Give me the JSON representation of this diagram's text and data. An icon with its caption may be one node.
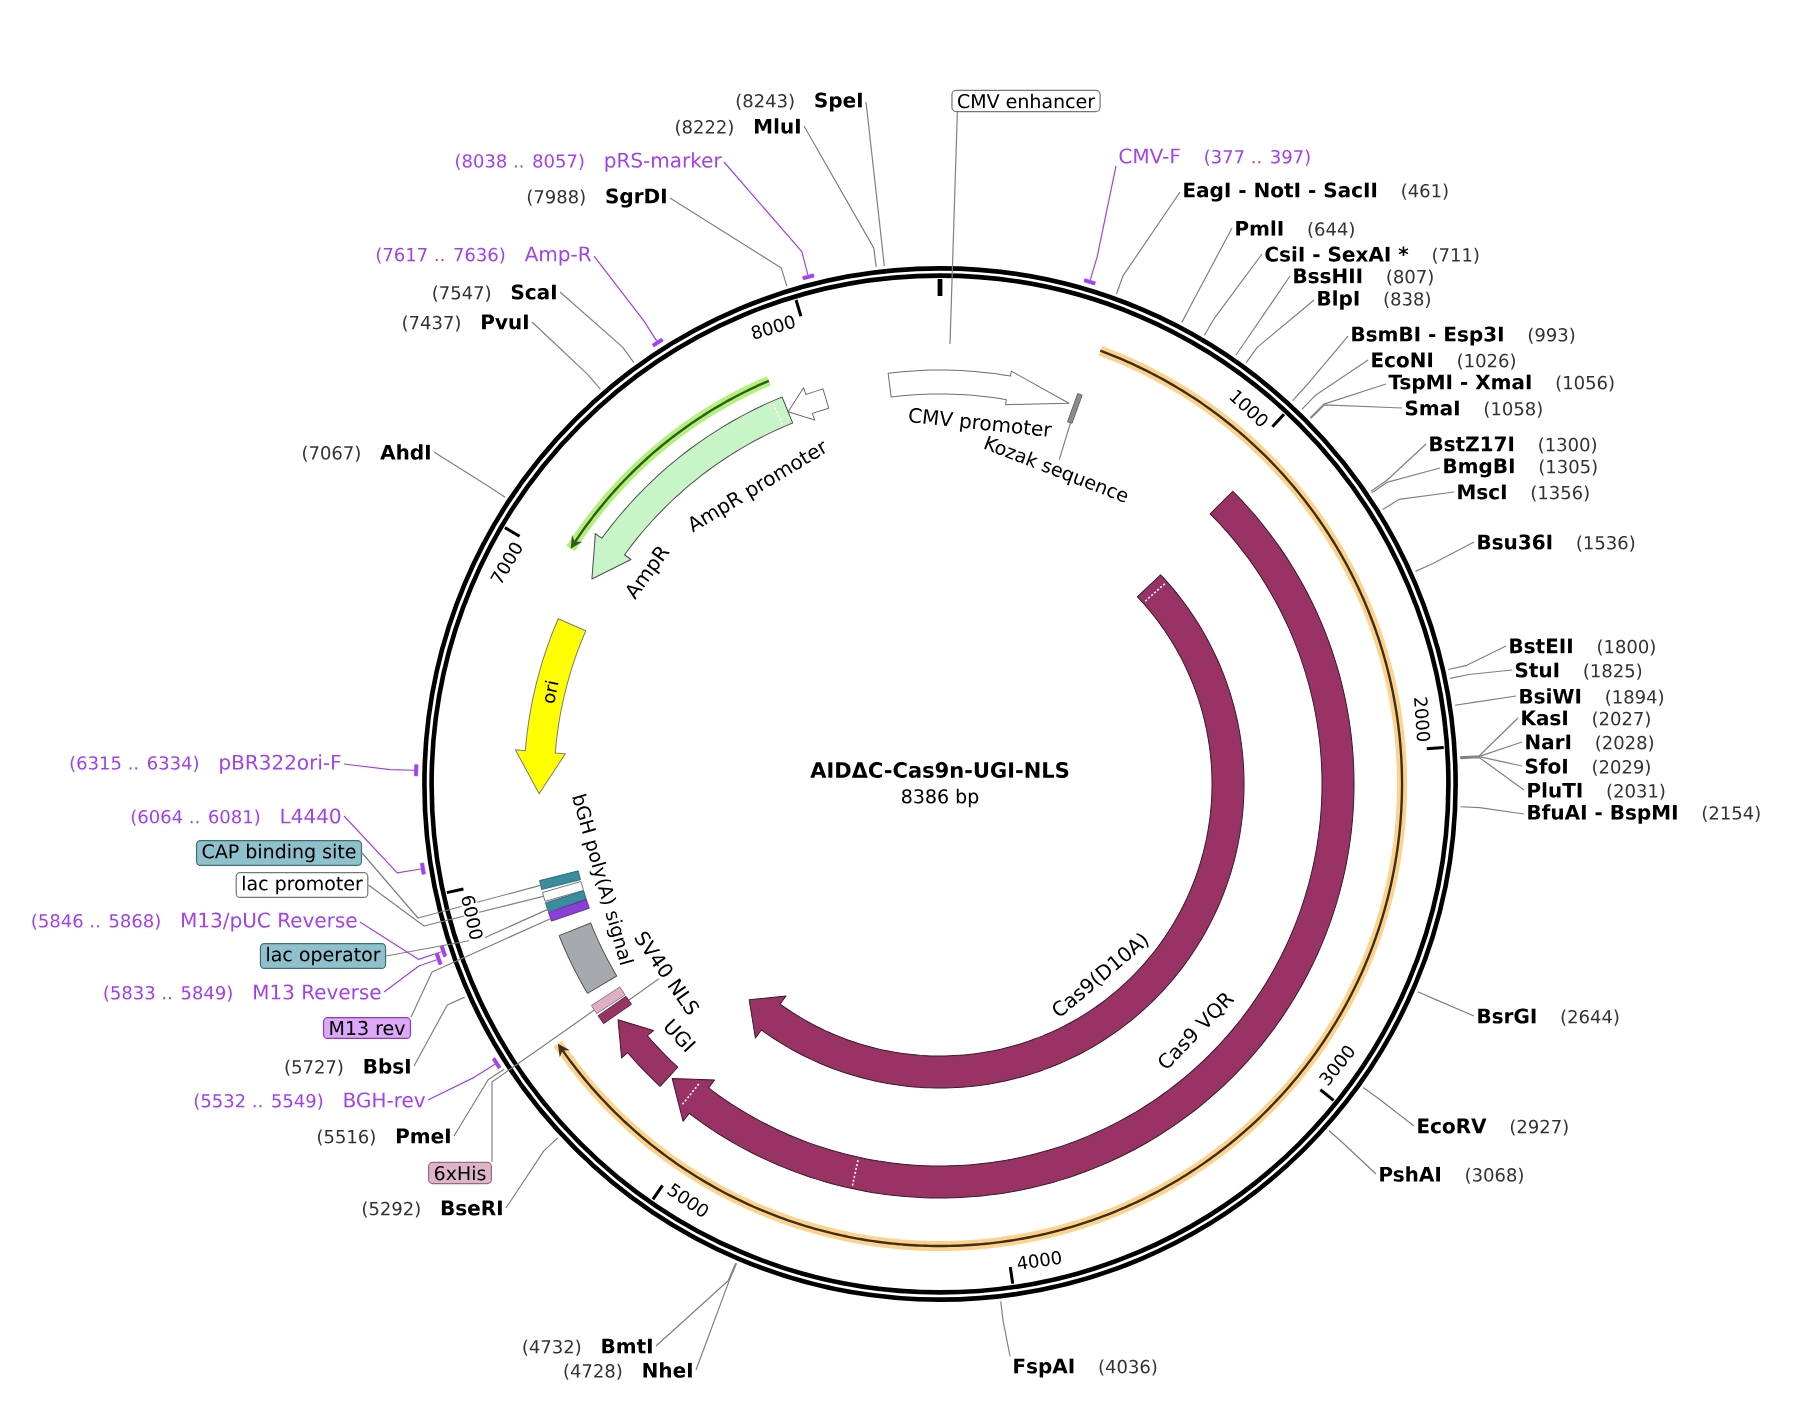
{
  "diagram": {
    "nodes": [
      {
        "text": [
          "AIDΔC-Cas9n-UGI-NLS",
          "8386 bp"
        ]
      },
      {
        "text": [
          "CMV promoter"
        ],
        "in": 0
      },
      {
        "text": [],
        "shape": "bar",
        "in": 0
      },
      {
        "text": [
          "Kozak sequence"
        ],
        "in": 0
      },
      {
        "text": [
          "AmpR promoter"
        ],
        "in": 0
      },
      {
        "text": [
          "AmpR"
        ],
        "in": 0
      },
      {
        "text": [
          "Cas9(D10A)"
        ],
        "in": 0
      },
      {
        "text": [
          "Cas9 VQR"
        ],
        "in": 0
      },
      {
        "text": [
          "ori"
        ],
        "in": 0
      },
      {
        "text": [
          "bGH poly(A) signal"
        ],
        "in": 0
      },
      {
        "text": [],
        "shape": "bar",
        "in": 0
      },
      {
        "text": [],
        "shape": "bar",
        "in": 0
      },
      {
        "text": [],
        "shape": "bar",
        "in": 0
      },
      {
        "text": [],
        "shape": "bar",
        "in": 0
      },
      {
        "text": [],
        "shape": "bar",
        "in": 0
      },
      {
        "text": [],
        "shape": "bar",
        "in": 0
      },
      {
        "text": [
          "SV40 NLS"
        ],
        "in": 0
      },
      {
        "text": [
          "UGI"
        ],
        "in": 0
      },
      {
        "text": [
          "CMV enhancer"
        ]
      },
      {
        "text": [
          "CMV-F"
        ],
        "beside": [
          "(377 .. 397)"
        ]
      },
      {
        "text": [
          "EagI - NotI - SacII"
        ],
        "beside": [
          "(461)"
        ]
      },
      {
        "text": [
          "PmlI"
        ],
        "beside": [
          "(644)"
        ]
      },
      {
        "text": [
          "CsiI - SexAI *"
        ],
        "beside": [
          "(711)"
        ]
      },
      {
        "text": [
          "BssHII"
        ],
        "beside": [
          "(807)"
        ]
      },
      {
        "text": [
          "BlpI"
        ],
        "beside": [
          "(838)"
        ]
      },
      {
        "text": [
          "BsmBI - Esp3I"
        ],
        "beside": [
          "(993)"
        ]
      },
      {
        "text": [
          "EcoNI"
        ],
        "beside": [
          "(1026)"
        ]
      },
      {
        "text": [
          "TspMI - XmaI"
        ],
        "beside": [
          "(1056)"
        ]
      },
      {
        "text": [
          "SmaI"
        ],
        "beside": [
          "(1058)"
        ]
      },
      {
        "text": [
          "BstZ17I"
        ],
        "beside": [
          "(1300)"
        ]
      },
      {
        "text": [
          "BmgBI"
        ],
        "beside": [
          "(1305)"
        ]
      },
      {
        "text": [
          "MscI"
        ],
        "beside": [
          "(1356)"
        ]
      },
      {
        "text": [
          "Bsu36I"
        ],
        "beside": [
          "(1536)"
        ]
      },
      {
        "text": [
          "BstEII"
        ],
        "beside": [
          "(1800)"
        ]
      },
      {
        "text": [
          "StuI"
        ],
        "beside": [
          "(1825)"
        ]
      },
      {
        "text": [
          "BsiWI"
        ],
        "beside": [
          "(1894)"
        ]
      },
      {
        "text": [
          "KasI"
        ],
        "beside": [
          "(2027)"
        ]
      },
      {
        "text": [
          "NarI"
        ],
        "beside": [
          "(2028)"
        ]
      },
      {
        "text": [
          "SfoI"
        ],
        "beside": [
          "(2029)"
        ]
      },
      {
        "text": [
          "PluTI"
        ],
        "beside": [
          "(2031)"
        ]
      },
      {
        "text": [
          "BfuAI - BspMI"
        ],
        "beside": [
          "(2154)"
        ]
      },
      {
        "text": [
          "BsrGI"
        ],
        "beside": [
          "(2644)"
        ]
      },
      {
        "text": [
          "EcoRV"
        ],
        "beside": [
          "(2927)"
        ]
      },
      {
        "text": [
          "PshAI"
        ],
        "beside": [
          "(3068)"
        ]
      },
      {
        "text": [
          "FspAI"
        ],
        "beside": [
          "(4036)"
        ]
      },
      {
        "text": [
          "BmtI"
        ],
        "beside": [
          "(4732)"
        ]
      },
      {
        "text": [
          "NheI"
        ],
        "beside": [
          "(4728)"
        ]
      },
      {
        "text": [
          "BseRI"
        ],
        "beside": [
          "(5292)"
        ]
      },
      {
        "text": [
          "6xHis"
        ]
      },
      {
        "text": [
          "PmeI"
        ],
        "beside": [
          "(5516)"
        ]
      },
      {
        "text": [
          "BGH-rev"
        ],
        "beside": [
          "(5532 .. 5549)"
        ]
      },
      {
        "text": [
          "BbsI"
        ],
        "beside": [
          "(5727)"
        ]
      },
      {
        "text": [
          "M13 rev"
        ]
      },
      {
        "text": [
          "M13 Reverse"
        ],
        "beside": [
          "(5833 .. 5849)"
        ]
      },
      {
        "text": [
          "lac operator"
        ]
      },
      {
        "text": [
          "M13/pUC Reverse"
        ],
        "beside": [
          "(5846 .. 5868)"
        ]
      },
      {
        "text": [
          "lac promoter"
        ]
      },
      {
        "text": [
          "CAP binding site"
        ]
      },
      {
        "text": [
          "L4440"
        ],
        "beside": [
          "(6064 .. 6081)"
        ]
      },
      {
        "text": [
          "pBR322ori-F"
        ],
        "beside": [
          "(6315 .. 6334)"
        ]
      },
      {
        "text": [
          "AhdI"
        ],
        "beside": [
          "(7067)"
        ]
      },
      {
        "text": [
          "PvuI"
        ],
        "beside": [
          "(7437)"
        ]
      },
      {
        "text": [
          "ScaI"
        ],
        "beside": [
          "(7547)"
        ]
      },
      {
        "text": [
          "Amp-R"
        ],
        "beside": [
          "(7617 .. 7636)"
        ]
      },
      {
        "text": [
          "SgrDI"
        ],
        "beside": [
          "(7988)"
        ]
      },
      {
        "text": [
          "pRS-marker"
        ],
        "beside": [
          "(8038 .. 8057)"
        ]
      },
      {
        "text": [
          "MluI"
        ],
        "beside": [
          "(8222)"
        ]
      },
      {
        "text": [
          "SpeI"
        ],
        "beside": [
          "(8243)"
        ]
      },
      {
        "text": [],
        "shape": "bar"
      },
      {
        "text": [],
        "shape": "bar"
      },
      {
        "text": [],
        "shape": "bar"
      },
      {
        "text": [],
        "shape": "bar"
      },
      {
        "text": [],
        "shape": "bar"
      },
      {
        "text": [],
        "shape": "bar"
      },
      {
        "text": [],
        "shape": "bar"
      },
      {
        "text": [],
        "shape": "bar"
      }
    ],
    "edges": [
      {
        "from": 3,
        "to": 2,
        "arrow": "none"
      },
      {
        "from": 16,
        "to": 15,
        "arrow": "none"
      },
      {
        "from": 18,
        "to": null,
        "arrow": "none"
      },
      {
        "from": 19,
        "to": 68,
        "arrow": "none",
        "color": "#a040f0"
      },
      {
        "from": 20,
        "to": 0,
        "arrow": "none"
      },
      {
        "from": 21,
        "to": 0,
        "arrow": "none"
      },
      {
        "from": 22,
        "to": 0,
        "arrow": "none"
      },
      {
        "from": 23,
        "to": 0,
        "arrow": "none"
      },
      {
        "from": 24,
        "to": 0,
        "arrow": "none"
      },
      {
        "from": 25,
        "to": 0,
        "arrow": "none"
      },
      {
        "from": 26,
        "to": 0,
        "arrow": "none"
      },
      {
        "from": 27,
        "to": 0,
        "arrow": "none"
      },
      {
        "from": 28,
        "to": 0,
        "arrow": "none"
      },
      {
        "from": 29,
        "to": 0,
        "arrow": "none"
      },
      {
        "from": 30,
        "to": 0,
        "arrow": "none"
      },
      {
        "from": 31,
        "to": 0,
        "arrow": "none"
      },
      {
        "from": 32,
        "to": 0,
        "arrow": "none"
      },
      {
        "from": 33,
        "to": 0,
        "arrow": "none"
      },
      {
        "from": 34,
        "to": 0,
        "arrow": "none"
      },
      {
        "from": 35,
        "to": 0,
        "arrow": "none"
      },
      {
        "from": 36,
        "to": 0,
        "arrow": "none"
      },
      {
        "from": 37,
        "to": 0,
        "arrow": "none"
      },
      {
        "from": 38,
        "to": 0,
        "arrow": "none"
      },
      {
        "from": 39,
        "to": 0,
        "arrow": "none"
      },
      {
        "from": 40,
        "to": 0,
        "arrow": "none"
      },
      {
        "from": 41,
        "to": 0,
        "arrow": "none"
      },
      {
        "from": 42,
        "to": 0,
        "arrow": "none"
      },
      {
        "from": 43,
        "to": 0,
        "arrow": "none"
      },
      {
        "from": 44,
        "to": 0,
        "arrow": "none"
      },
      {
        "from": 45,
        "to": 0,
        "arrow": "none"
      },
      {
        "from": 46,
        "to": 0,
        "arrow": "none"
      },
      {
        "from": 47,
        "to": 0,
        "arrow": "none"
      },
      {
        "from": 48,
        "to": 14,
        "arrow": "none"
      },
      {
        "from": 49,
        "to": 0,
        "arrow": "none"
      },
      {
        "from": 50,
        "to": 69,
        "arrow": "none",
        "color": "#a040f0"
      },
      {
        "from": 51,
        "to": 0,
        "arrow": "none"
      },
      {
        "from": 52,
        "to": 13,
        "arrow": "none"
      },
      {
        "from": 53,
        "to": 70,
        "arrow": "none",
        "color": "#a040f0"
      },
      {
        "from": 54,
        "to": 12,
        "arrow": "none"
      },
      {
        "from": 55,
        "to": 71,
        "arrow": "none",
        "color": "#a040f0"
      },
      {
        "from": 56,
        "to": 11,
        "arrow": "none"
      },
      {
        "from": 57,
        "to": 10,
        "arrow": "none"
      },
      {
        "from": 58,
        "to": 72,
        "arrow": "none",
        "color": "#a040f0"
      },
      {
        "from": 59,
        "to": 73,
        "arrow": "none",
        "color": "#a040f0"
      },
      {
        "from": 60,
        "to": 0,
        "arrow": "none"
      },
      {
        "from": 61,
        "to": 0,
        "arrow": "none"
      },
      {
        "from": 62,
        "to": 0,
        "arrow": "none"
      },
      {
        "from": 63,
        "to": 74,
        "arrow": "none",
        "color": "#a040f0"
      },
      {
        "from": 64,
        "to": 0,
        "arrow": "none"
      },
      {
        "from": 65,
        "to": 75,
        "arrow": "none",
        "color": "#a040f0"
      },
      {
        "from": 66,
        "to": 0,
        "arrow": "none"
      },
      {
        "from": 67,
        "to": 0,
        "arrow": "none"
      }
    ],
    "labels": [
      "1000",
      "2000",
      "3000",
      "4000",
      "5000",
      "6000",
      "7000",
      "8000"
    ]
  }
}
